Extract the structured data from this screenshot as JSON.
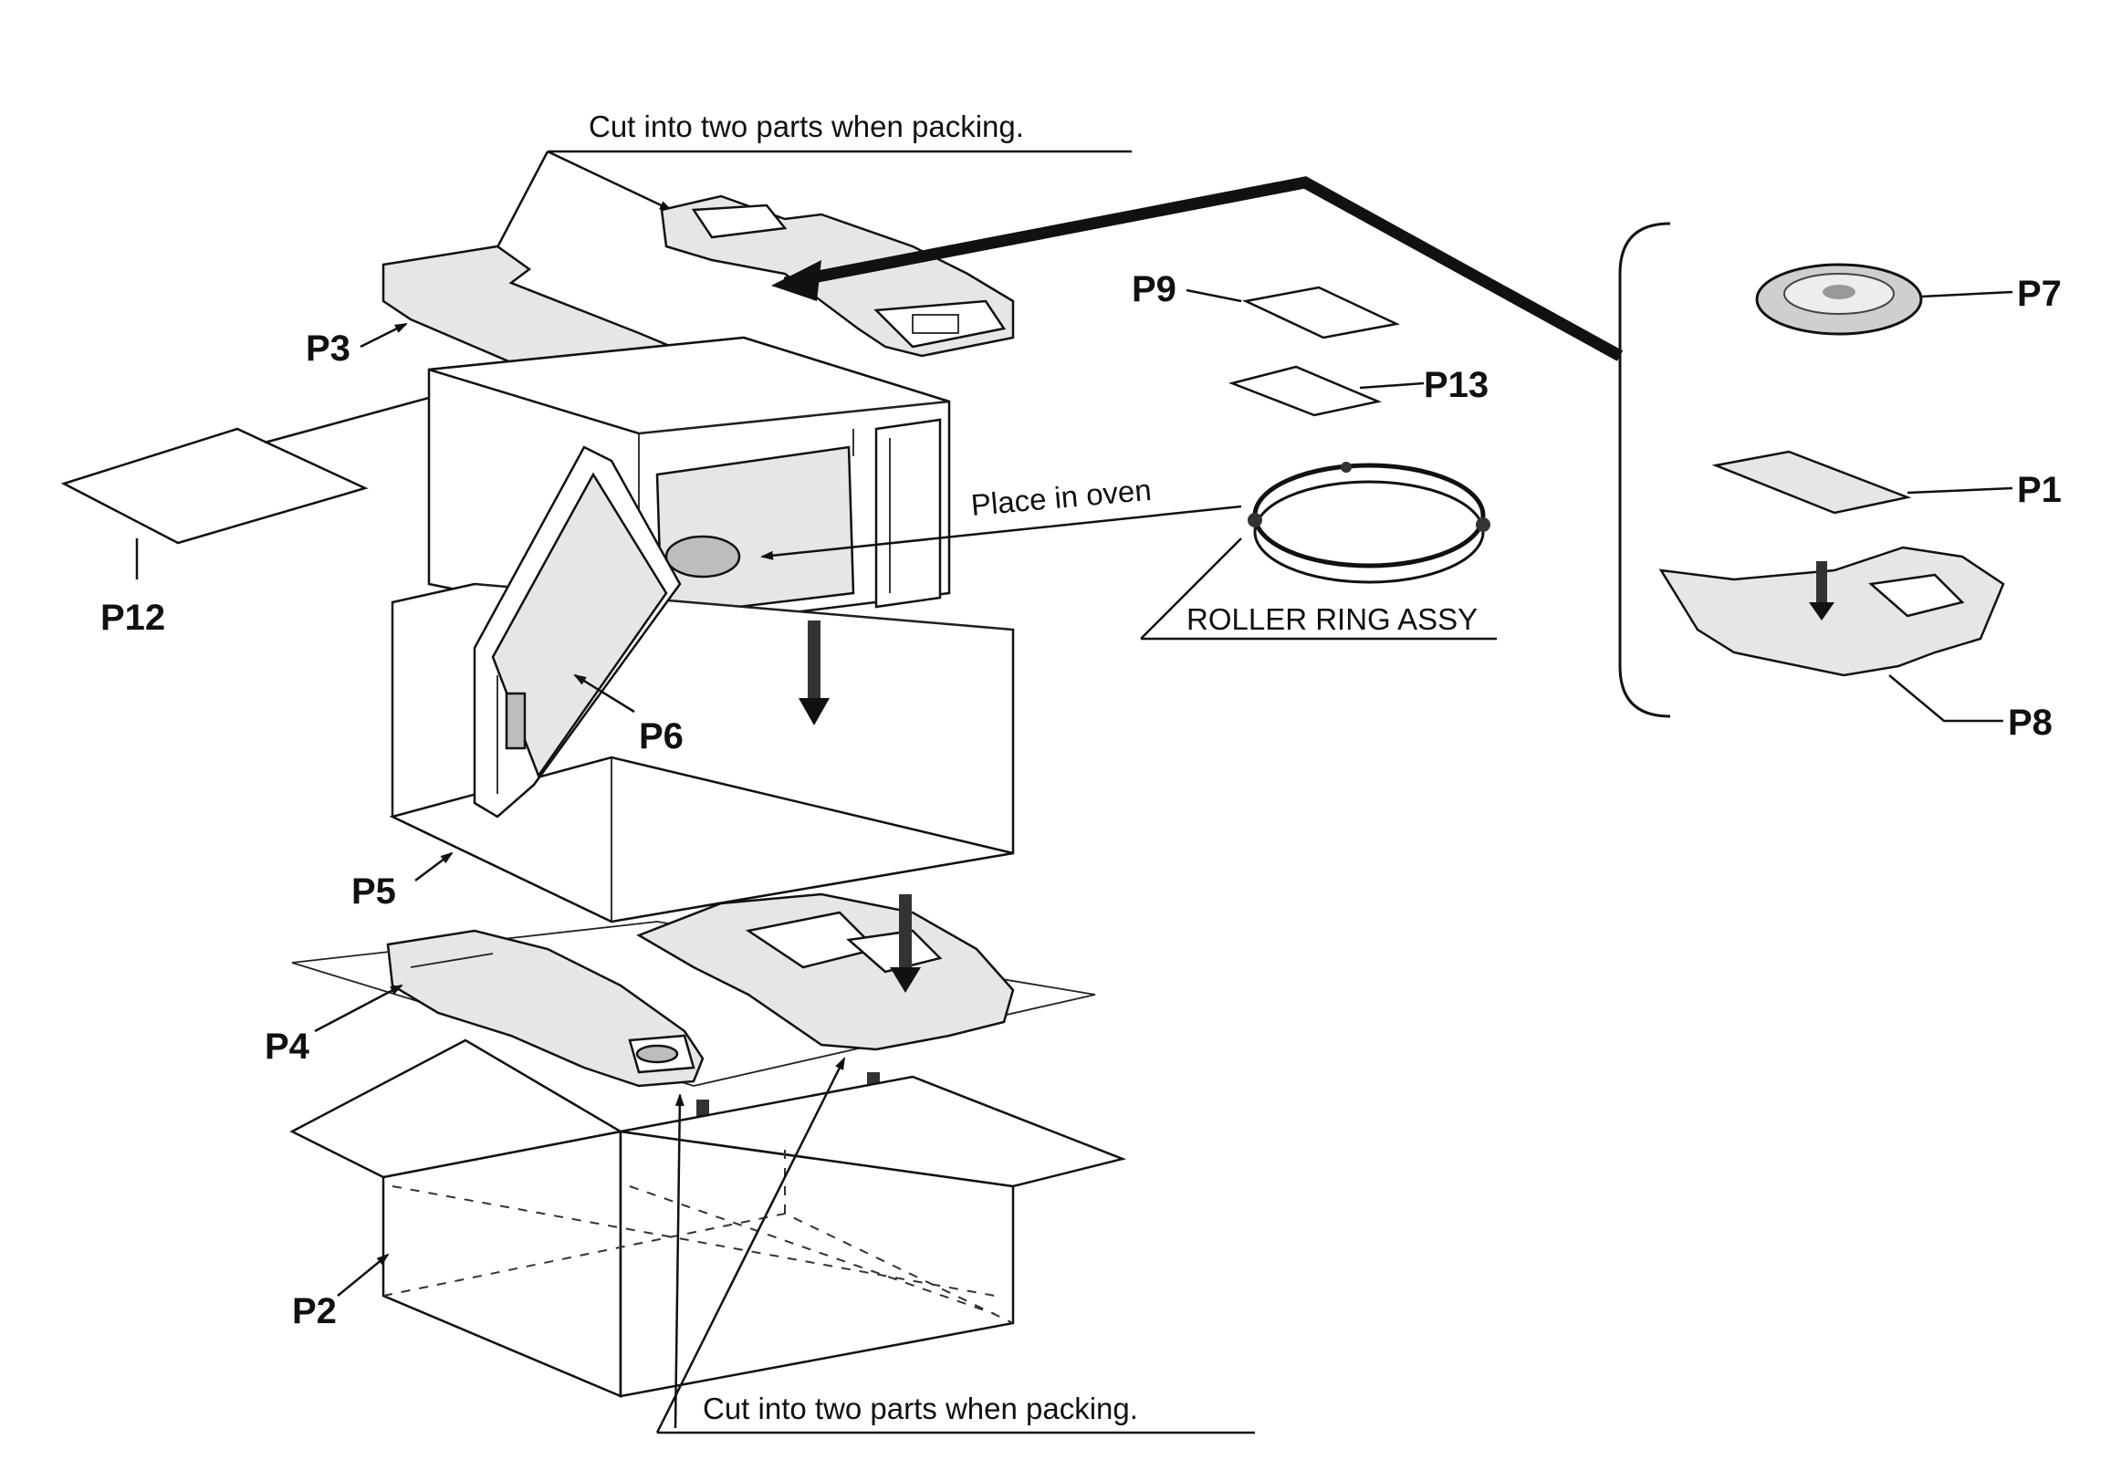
{
  "labels": {
    "p1": "P1",
    "p2": "P2",
    "p3": "P3",
    "p4": "P4",
    "p5": "P5",
    "p6": "P6",
    "p7": "P7",
    "p8": "P8",
    "p9": "P9",
    "p12": "P12",
    "p13": "P13"
  },
  "notes": {
    "cut_top": "Cut into two parts when packing.",
    "cut_bottom": "Cut into two parts when packing.",
    "place_in_oven": "Place in oven",
    "roller_ring": "ROLLER RING ASSY"
  }
}
